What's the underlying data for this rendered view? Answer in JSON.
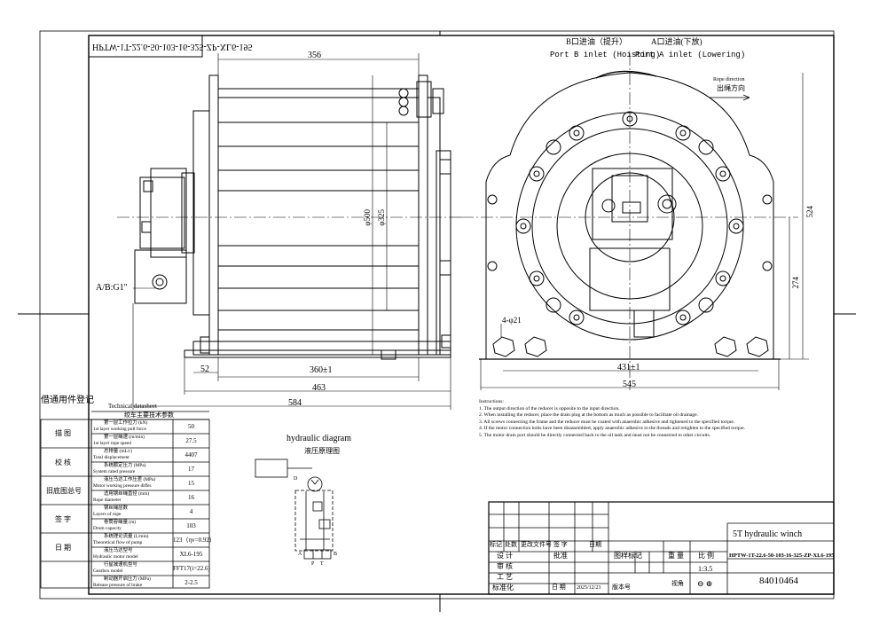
{
  "drawing": {
    "header_code_mirrored": "HPTW-1T-22.6-50-103-16-325-ZP-XL6-195",
    "left_label": "借通用件登记",
    "port_b_cn": "B口进油（提升）",
    "port_a_cn": "A口进油(下放)",
    "port_b_en": "Port B inlet (Hoisting)",
    "port_a_en": "Port A inlet (Lowering)",
    "rope_direction_en": "Rope direction",
    "rope_direction_cn": "出绳方向",
    "ab_port": "A/B:G1\"",
    "hole_spec": "4-φ21"
  },
  "dimensions": {
    "d356": "356",
    "d52": "52",
    "d360": "360±1",
    "d463": "463",
    "d584": "584",
    "d500": "φ500",
    "d325": "φ325",
    "d431": "431±1",
    "d545": "545",
    "d524": "524",
    "d274": "274"
  },
  "datasheet": {
    "title_en": "Technical datasheet",
    "title_cn": "绞车主要技术参数",
    "rows": [
      {
        "cn": "第一层工作拉力 (kN)",
        "en": "1st layer working pull force",
        "value": "50"
      },
      {
        "cn": "第一层绳速 (m/min)",
        "en": "1st layer rope speed",
        "value": "27.5"
      },
      {
        "cn": "总排量 (mL/r)",
        "en": "Total displacement",
        "value": "4407"
      },
      {
        "cn": "系统额定压力 (MPa)",
        "en": "System rated pressure",
        "value": "17"
      },
      {
        "cn": "液压马达工作压差 (MPa)",
        "en": "Motor working pressure differ.",
        "value": "15"
      },
      {
        "cn": "适用钢丝绳直径 (mm)",
        "en": "Rope diameter",
        "value": "16"
      },
      {
        "cn": "钢丝绳层数",
        "en": "Layers of rope",
        "value": "4"
      },
      {
        "cn": "卷筒容绳量 (m)",
        "en": "Drum capacity",
        "value": "103"
      },
      {
        "cn": "系统理论流量 (L/min)",
        "en": "Theoretical flow of pump",
        "value": "123（ηv=0.92）"
      },
      {
        "cn": "液压马达型号",
        "en": "Hydraulic motor model",
        "value": "XL6-195"
      },
      {
        "cn": "行星减速机型号",
        "en": "Gearbox model",
        "value": "FFT17(i=22.6)"
      },
      {
        "cn": "制动器开启压力 (MPa)",
        "en": "Release pressure of brake",
        "value": "2-2.5"
      }
    ]
  },
  "side_labels": [
    "描 图",
    "校 核",
    "旧底图总号",
    "签 字",
    "日 期"
  ],
  "hydraulic": {
    "title_en": "hydraulic diagram",
    "title_cn": "液压原理图",
    "labels": [
      "A",
      "B",
      "P",
      "T",
      "D"
    ]
  },
  "instructions": {
    "heading": "Instructions:",
    "items": [
      "1. The output direction of the reducer is opposite to the input direction.",
      "2. When installing the reducer, place the drain plug at the bottom as much as possible to facilitate oil drainage.",
      "3. All screws connecting the frame and the reducer must be coated with anaerobic adhesive and tightened to the specified torque.",
      "4. If the motor connection bolts have been disassembled, apply anaerobic adhesive to the threads and retighten to the specified torque.",
      "5. The motor drain port should be directly connected back to the oil tank and must not be connected to other circuits."
    ]
  },
  "title_block": {
    "rev_headers": [
      "标记",
      "处数",
      "更改文件号",
      "签 字",
      "日期"
    ],
    "roles": [
      "设 计",
      "审 核",
      "工 艺",
      "标准化"
    ],
    "std_label": "批准",
    "date_label": "日 期",
    "date_value": "2025/12/23",
    "version_label": "版本号",
    "stage_label": "图样标记",
    "weight_label": "重 量",
    "scale_label": "比 例",
    "scale_value": "1:3.5",
    "view_label": "视角",
    "view_symbol": "⊖ ⊕",
    "product_name": "5T hydraulic winch",
    "drawing_code": "HPTW-1T-22.6-50-103-16-325-ZP-XL6-195",
    "drawing_number": "84010464"
  }
}
